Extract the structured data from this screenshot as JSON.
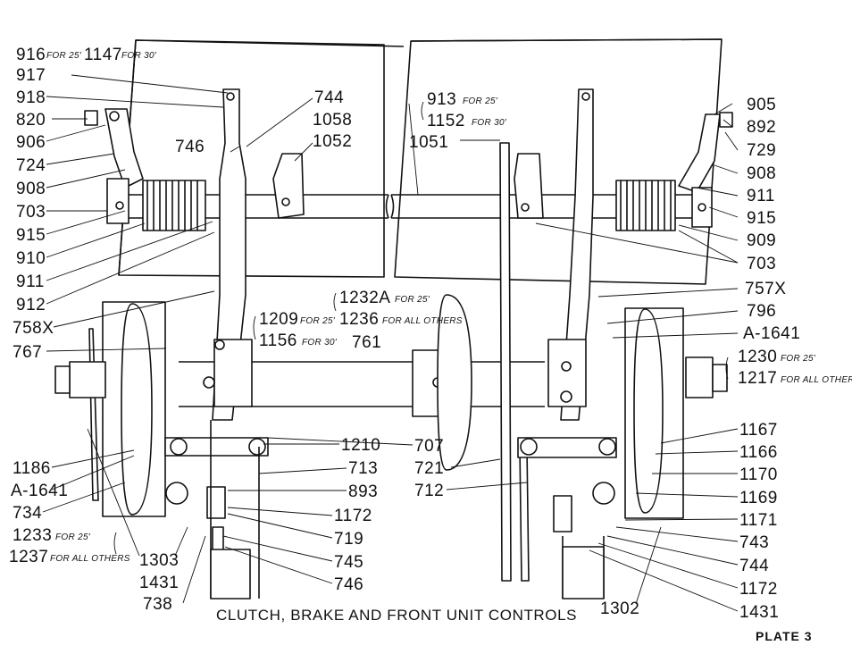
{
  "title": "CLUTCH, BRAKE AND FRONT UNIT CONTROLS",
  "plate": "PLATE 3",
  "labels_left": [
    {
      "id": "l916",
      "text": "916"
    },
    {
      "id": "l916n",
      "text": "FOR 25'"
    },
    {
      "id": "l1147",
      "text": "1147"
    },
    {
      "id": "l1147n",
      "text": "FOR 30'"
    },
    {
      "id": "l917",
      "text": "917"
    },
    {
      "id": "l918",
      "text": "918"
    },
    {
      "id": "l820",
      "text": "820"
    },
    {
      "id": "l906",
      "text": "906"
    },
    {
      "id": "l724",
      "text": "724"
    },
    {
      "id": "l908",
      "text": "908"
    },
    {
      "id": "l703",
      "text": "703"
    },
    {
      "id": "l915",
      "text": "915"
    },
    {
      "id": "l910",
      "text": "910"
    },
    {
      "id": "l911",
      "text": "911"
    },
    {
      "id": "l912",
      "text": "912"
    },
    {
      "id": "l758x",
      "text": "758X"
    },
    {
      "id": "l767",
      "text": "767"
    },
    {
      "id": "l1186",
      "text": "1186"
    },
    {
      "id": "la1641",
      "text": "A-1641"
    },
    {
      "id": "l734",
      "text": "734"
    },
    {
      "id": "l1233",
      "text": "1233"
    },
    {
      "id": "l1233n",
      "text": "FOR 25'"
    },
    {
      "id": "l1237",
      "text": "1237"
    },
    {
      "id": "l1237n",
      "text": "FOR ALL OTHERS"
    },
    {
      "id": "l1303",
      "text": "1303"
    },
    {
      "id": "l1431",
      "text": "1431"
    },
    {
      "id": "l738",
      "text": "738"
    }
  ],
  "labels_center": [
    {
      "id": "c746",
      "text": "746"
    },
    {
      "id": "c744",
      "text": "744"
    },
    {
      "id": "c1058",
      "text": "1058"
    },
    {
      "id": "c1052",
      "text": "1052"
    },
    {
      "id": "c913",
      "text": "913"
    },
    {
      "id": "c913n",
      "text": "FOR 25'"
    },
    {
      "id": "c1152",
      "text": "1152"
    },
    {
      "id": "c1152n",
      "text": "FOR 30'"
    },
    {
      "id": "c1051",
      "text": "1051"
    },
    {
      "id": "c1232a",
      "text": "1232A"
    },
    {
      "id": "c1232an",
      "text": "FOR 25'"
    },
    {
      "id": "c1236",
      "text": "1236"
    },
    {
      "id": "c1236n",
      "text": "FOR ALL OTHERS"
    },
    {
      "id": "c1209",
      "text": "1209"
    },
    {
      "id": "c1209n",
      "text": "FOR 25'"
    },
    {
      "id": "c1156",
      "text": "1156"
    },
    {
      "id": "c1156n",
      "text": "FOR 30'"
    },
    {
      "id": "c761",
      "text": "761"
    },
    {
      "id": "c1210",
      "text": "1210"
    },
    {
      "id": "c713",
      "text": "713"
    },
    {
      "id": "c893",
      "text": "893"
    },
    {
      "id": "c1172",
      "text": "1172"
    },
    {
      "id": "c719",
      "text": "719"
    },
    {
      "id": "c745",
      "text": "745"
    },
    {
      "id": "c746b",
      "text": "746"
    },
    {
      "id": "c707",
      "text": "707"
    },
    {
      "id": "c721",
      "text": "721"
    },
    {
      "id": "c712",
      "text": "712"
    }
  ],
  "labels_right": [
    {
      "id": "r905",
      "text": "905"
    },
    {
      "id": "r892",
      "text": "892"
    },
    {
      "id": "r729",
      "text": "729"
    },
    {
      "id": "r908",
      "text": "908"
    },
    {
      "id": "r911",
      "text": "911"
    },
    {
      "id": "r915",
      "text": "915"
    },
    {
      "id": "r909",
      "text": "909"
    },
    {
      "id": "r703",
      "text": "703"
    },
    {
      "id": "r757x",
      "text": "757X"
    },
    {
      "id": "r796",
      "text": "796"
    },
    {
      "id": "ra1641",
      "text": "A-1641"
    },
    {
      "id": "r1230",
      "text": "1230"
    },
    {
      "id": "r1230n",
      "text": "FOR 25'"
    },
    {
      "id": "r1217",
      "text": "1217"
    },
    {
      "id": "r1217n",
      "text": "FOR ALL OTHERS"
    },
    {
      "id": "r1167",
      "text": "1167"
    },
    {
      "id": "r1166",
      "text": "1166"
    },
    {
      "id": "r1170",
      "text": "1170"
    },
    {
      "id": "r1169",
      "text": "1169"
    },
    {
      "id": "r1171",
      "text": "1171"
    },
    {
      "id": "r743",
      "text": "743"
    },
    {
      "id": "r744",
      "text": "744"
    },
    {
      "id": "r1172",
      "text": "1172"
    },
    {
      "id": "r1431",
      "text": "1431"
    },
    {
      "id": "r1302",
      "text": "1302"
    }
  ]
}
